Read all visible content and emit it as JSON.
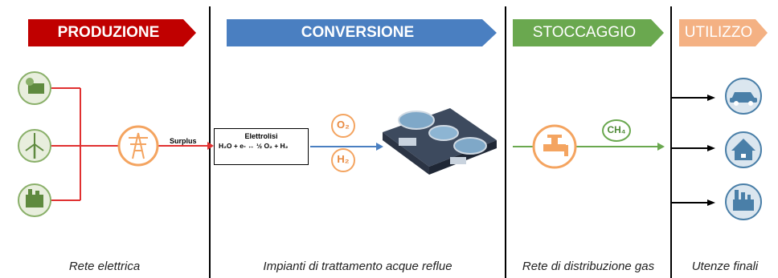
{
  "stages": [
    {
      "label": "PRODUZIONE",
      "color": "#c00000",
      "caption": "Rete elettrica"
    },
    {
      "label": "CONVERSIONE",
      "color": "#4a7fc1",
      "caption": "Impianti di trattamento acque reflue"
    },
    {
      "label": "STOCCAGGIO",
      "color": "#6aa84f",
      "caption": "Rete di distribuzione gas"
    },
    {
      "label": "UTILIZZO",
      "color": "#f4b183",
      "caption": "Utenze finali"
    }
  ],
  "surplus_label": "Surplus",
  "electrolysis": {
    "title": "Elettrolisi",
    "equation": "H₂O + e- ↔ ½ O₂ + H₂"
  },
  "gases": {
    "o2": "O₂",
    "h2": "H₂",
    "ch4": "CH₄"
  },
  "colors": {
    "red_line": "#e03030",
    "blue_line": "#4a7fc1",
    "green_line": "#6aa84f",
    "orange": "#f4a460",
    "green_icon": "#8ab06a",
    "blue_icon": "#4a7fa8"
  }
}
